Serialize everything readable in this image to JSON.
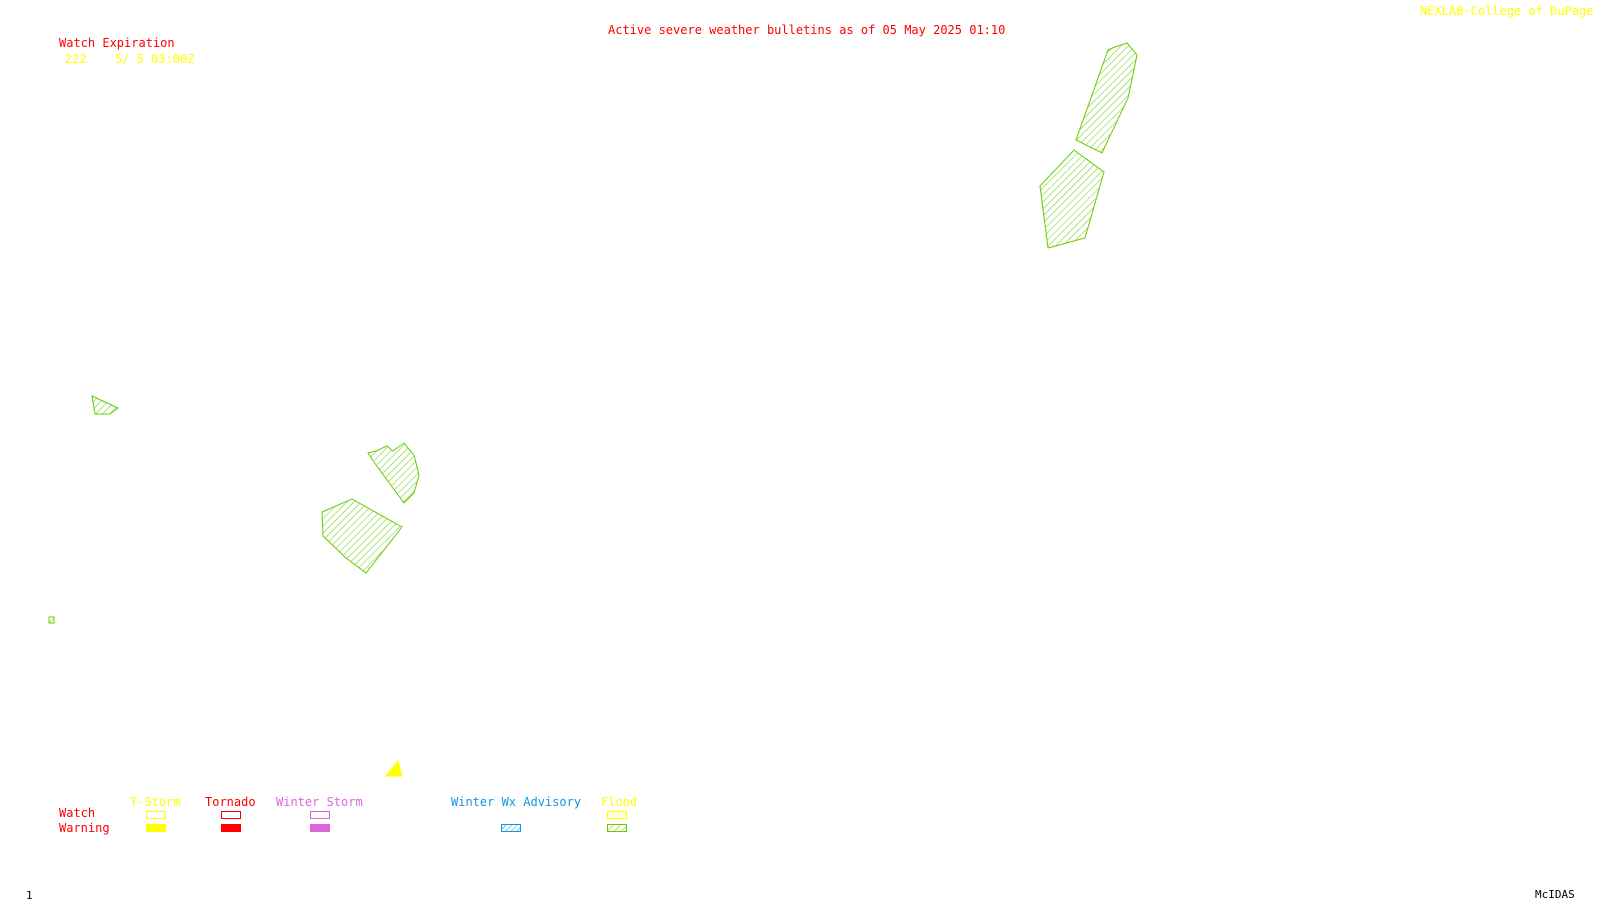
{
  "header": {
    "title": "Active severe weather bulletins as of 05 May 2025 01:10",
    "credit": "NEXLAB-College of DuPage R"
  },
  "watch_list": {
    "heading": "Watch Expiration",
    "items": [
      {
        "number": "222",
        "expires": "5/ 5 03:00Z"
      }
    ]
  },
  "legend": {
    "row_labels": {
      "watch": "Watch",
      "warning": "Warning"
    },
    "categories": {
      "tstorm": "T-Storm",
      "tornado": "Tornado",
      "winter_storm": "Winter Storm",
      "winter_wx_advisory": "Winter Wx Advisory",
      "flood": "Flood"
    }
  },
  "footer": {
    "frame_number": "1",
    "software": "McIDAS"
  },
  "colors": {
    "title": "#ff0000",
    "credit": "#ffff00",
    "tstorm": "#ffff00",
    "tornado": "#ff0000",
    "winter_storm": "#dd66dd",
    "winter_wx_advisory": "#1199dd",
    "flood": "#66cc00",
    "watch_entry": "#ffff00"
  },
  "map_features": [
    {
      "type": "flood-warning-polygon",
      "region": "northeast-upper"
    },
    {
      "type": "flood-warning-polygon",
      "region": "northeast-lower"
    },
    {
      "type": "flood-warning-polygon",
      "region": "west-small"
    },
    {
      "type": "flood-warning-polygon",
      "region": "central-upper"
    },
    {
      "type": "flood-warning-polygon",
      "region": "central-lower"
    },
    {
      "type": "flood-warning-polygon",
      "region": "far-west-tiny"
    },
    {
      "type": "tstorm-warning-polygon",
      "region": "south-central"
    }
  ]
}
